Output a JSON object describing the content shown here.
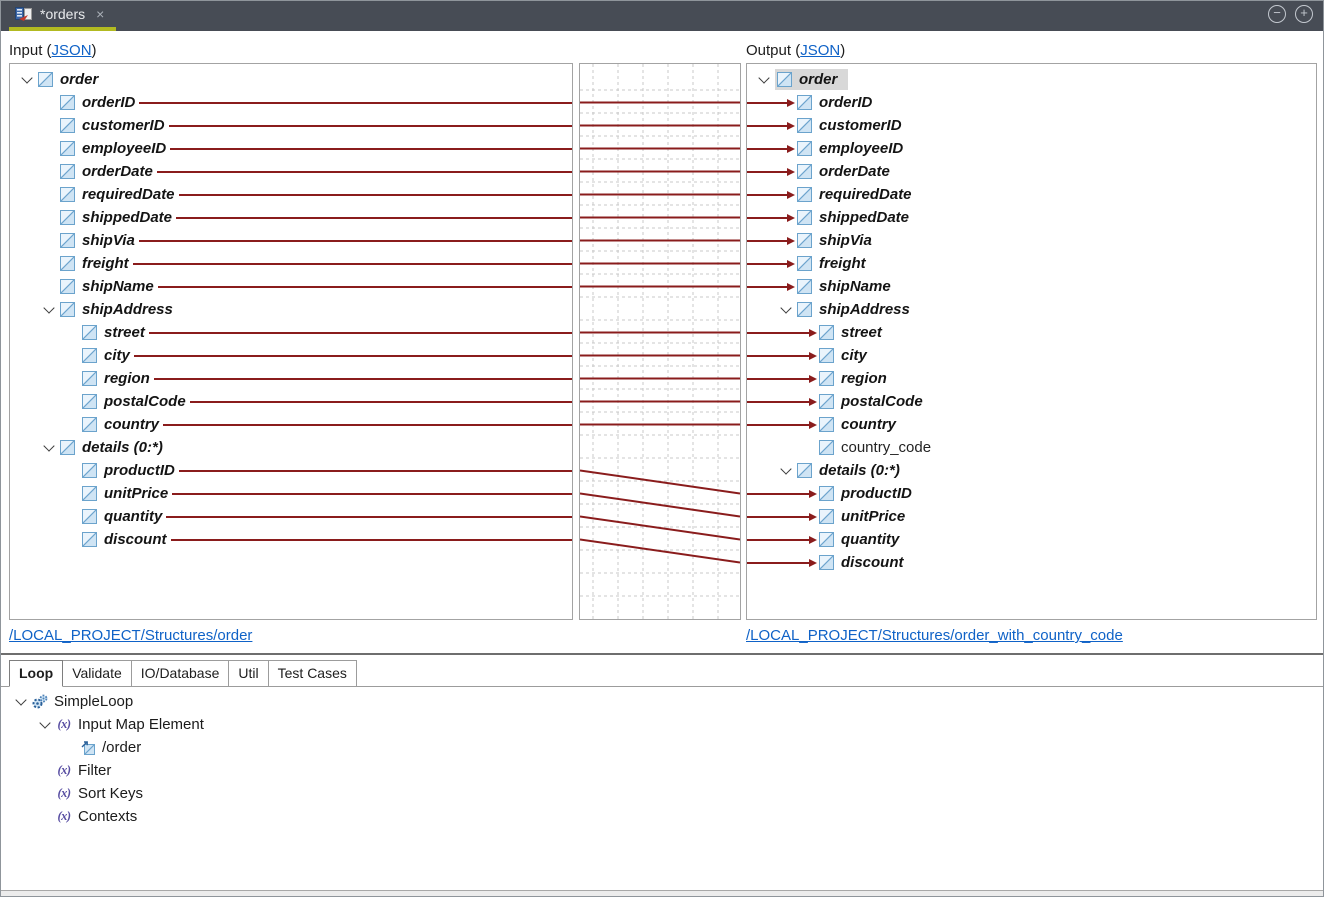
{
  "tab_bar": {
    "title": "*orders",
    "close_glyph": "×",
    "minimize_glyph": "−",
    "maximize_glyph": "+"
  },
  "input": {
    "header_prefix": "Input (",
    "header_link": "JSON",
    "header_suffix": ")",
    "path_link": "/LOCAL_PROJECT/Structures/order",
    "tree": [
      {
        "label": "order",
        "level": 0,
        "chevron": true,
        "line": false
      },
      {
        "label": "orderID",
        "level": 1,
        "chevron": false,
        "line": true
      },
      {
        "label": "customerID",
        "level": 1,
        "chevron": false,
        "line": true
      },
      {
        "label": "employeeID",
        "level": 1,
        "chevron": false,
        "line": true
      },
      {
        "label": "orderDate",
        "level": 1,
        "chevron": false,
        "line": true
      },
      {
        "label": "requiredDate",
        "level": 1,
        "chevron": false,
        "line": true
      },
      {
        "label": "shippedDate",
        "level": 1,
        "chevron": false,
        "line": true
      },
      {
        "label": "shipVia",
        "level": 1,
        "chevron": false,
        "line": true
      },
      {
        "label": "freight",
        "level": 1,
        "chevron": false,
        "line": true
      },
      {
        "label": "shipName",
        "level": 1,
        "chevron": false,
        "line": true
      },
      {
        "label": "shipAddress",
        "level": 1,
        "chevron": true,
        "line": false
      },
      {
        "label": "street",
        "level": 2,
        "chevron": false,
        "line": true
      },
      {
        "label": "city",
        "level": 2,
        "chevron": false,
        "line": true
      },
      {
        "label": "region",
        "level": 2,
        "chevron": false,
        "line": true
      },
      {
        "label": "postalCode",
        "level": 2,
        "chevron": false,
        "line": true
      },
      {
        "label": "country",
        "level": 2,
        "chevron": false,
        "line": true
      },
      {
        "label": "details (0:*)",
        "level": 1,
        "chevron": true,
        "line": false
      },
      {
        "label": "productID",
        "level": 2,
        "chevron": false,
        "line": true
      },
      {
        "label": "unitPrice",
        "level": 2,
        "chevron": false,
        "line": true
      },
      {
        "label": "quantity",
        "level": 2,
        "chevron": false,
        "line": true
      },
      {
        "label": "discount",
        "level": 2,
        "chevron": false,
        "line": true
      }
    ]
  },
  "output": {
    "header_prefix": "Output (",
    "header_link": "JSON",
    "header_suffix": ")",
    "path_link": "/LOCAL_PROJECT/Structures/order_with_country_code",
    "tree": [
      {
        "label": "order",
        "level": 0,
        "chevron": true,
        "arrow": false,
        "selected": true
      },
      {
        "label": "orderID",
        "level": 1,
        "chevron": false,
        "arrow": true
      },
      {
        "label": "customerID",
        "level": 1,
        "chevron": false,
        "arrow": true
      },
      {
        "label": "employeeID",
        "level": 1,
        "chevron": false,
        "arrow": true
      },
      {
        "label": "orderDate",
        "level": 1,
        "chevron": false,
        "arrow": true
      },
      {
        "label": "requiredDate",
        "level": 1,
        "chevron": false,
        "arrow": true
      },
      {
        "label": "shippedDate",
        "level": 1,
        "chevron": false,
        "arrow": true
      },
      {
        "label": "shipVia",
        "level": 1,
        "chevron": false,
        "arrow": true
      },
      {
        "label": "freight",
        "level": 1,
        "chevron": false,
        "arrow": true
      },
      {
        "label": "shipName",
        "level": 1,
        "chevron": false,
        "arrow": true
      },
      {
        "label": "shipAddress",
        "level": 1,
        "chevron": true,
        "arrow": false
      },
      {
        "label": "street",
        "level": 2,
        "chevron": false,
        "arrow": true
      },
      {
        "label": "city",
        "level": 2,
        "chevron": false,
        "arrow": true
      },
      {
        "label": "region",
        "level": 2,
        "chevron": false,
        "arrow": true
      },
      {
        "label": "postalCode",
        "level": 2,
        "chevron": false,
        "arrow": true
      },
      {
        "label": "country",
        "level": 2,
        "chevron": false,
        "arrow": true
      },
      {
        "label": "country_code",
        "level": 2,
        "chevron": false,
        "arrow": false,
        "plain": true
      },
      {
        "label": "details (0:*)",
        "level": 1,
        "chevron": true,
        "arrow": false
      },
      {
        "label": "productID",
        "level": 2,
        "chevron": false,
        "arrow": true
      },
      {
        "label": "unitPrice",
        "level": 2,
        "chevron": false,
        "arrow": true
      },
      {
        "label": "quantity",
        "level": 2,
        "chevron": false,
        "arrow": true
      },
      {
        "label": "discount",
        "level": 2,
        "chevron": false,
        "arrow": true
      }
    ]
  },
  "panel_tabs": [
    {
      "label": "Loop",
      "active": true
    },
    {
      "label": "Validate",
      "active": false
    },
    {
      "label": "IO/Database",
      "active": false
    },
    {
      "label": "Util",
      "active": false
    },
    {
      "label": "Test Cases",
      "active": false
    }
  ],
  "loop_tree": [
    {
      "label": "SimpleLoop",
      "level": 0,
      "chevron": true,
      "icon": "gears"
    },
    {
      "label": "Input Map Element",
      "level": 1,
      "chevron": true,
      "icon": "fx"
    },
    {
      "label": "/order",
      "level": 2,
      "chevron": false,
      "icon": "map"
    },
    {
      "label": "Filter",
      "level": 1,
      "chevron": false,
      "icon": "fx"
    },
    {
      "label": "Sort Keys",
      "level": 1,
      "chevron": false,
      "icon": "fx"
    },
    {
      "label": "Contexts",
      "level": 1,
      "chevron": false,
      "icon": "fx"
    }
  ],
  "colors": {
    "mapping_line": "#8a1c1c",
    "link": "#0f62c7",
    "tab_underline": "#b2ba21",
    "tabbar_bg": "#474c55",
    "selected_bg": "#d8d8d8",
    "grid": "#c9c9c9"
  }
}
